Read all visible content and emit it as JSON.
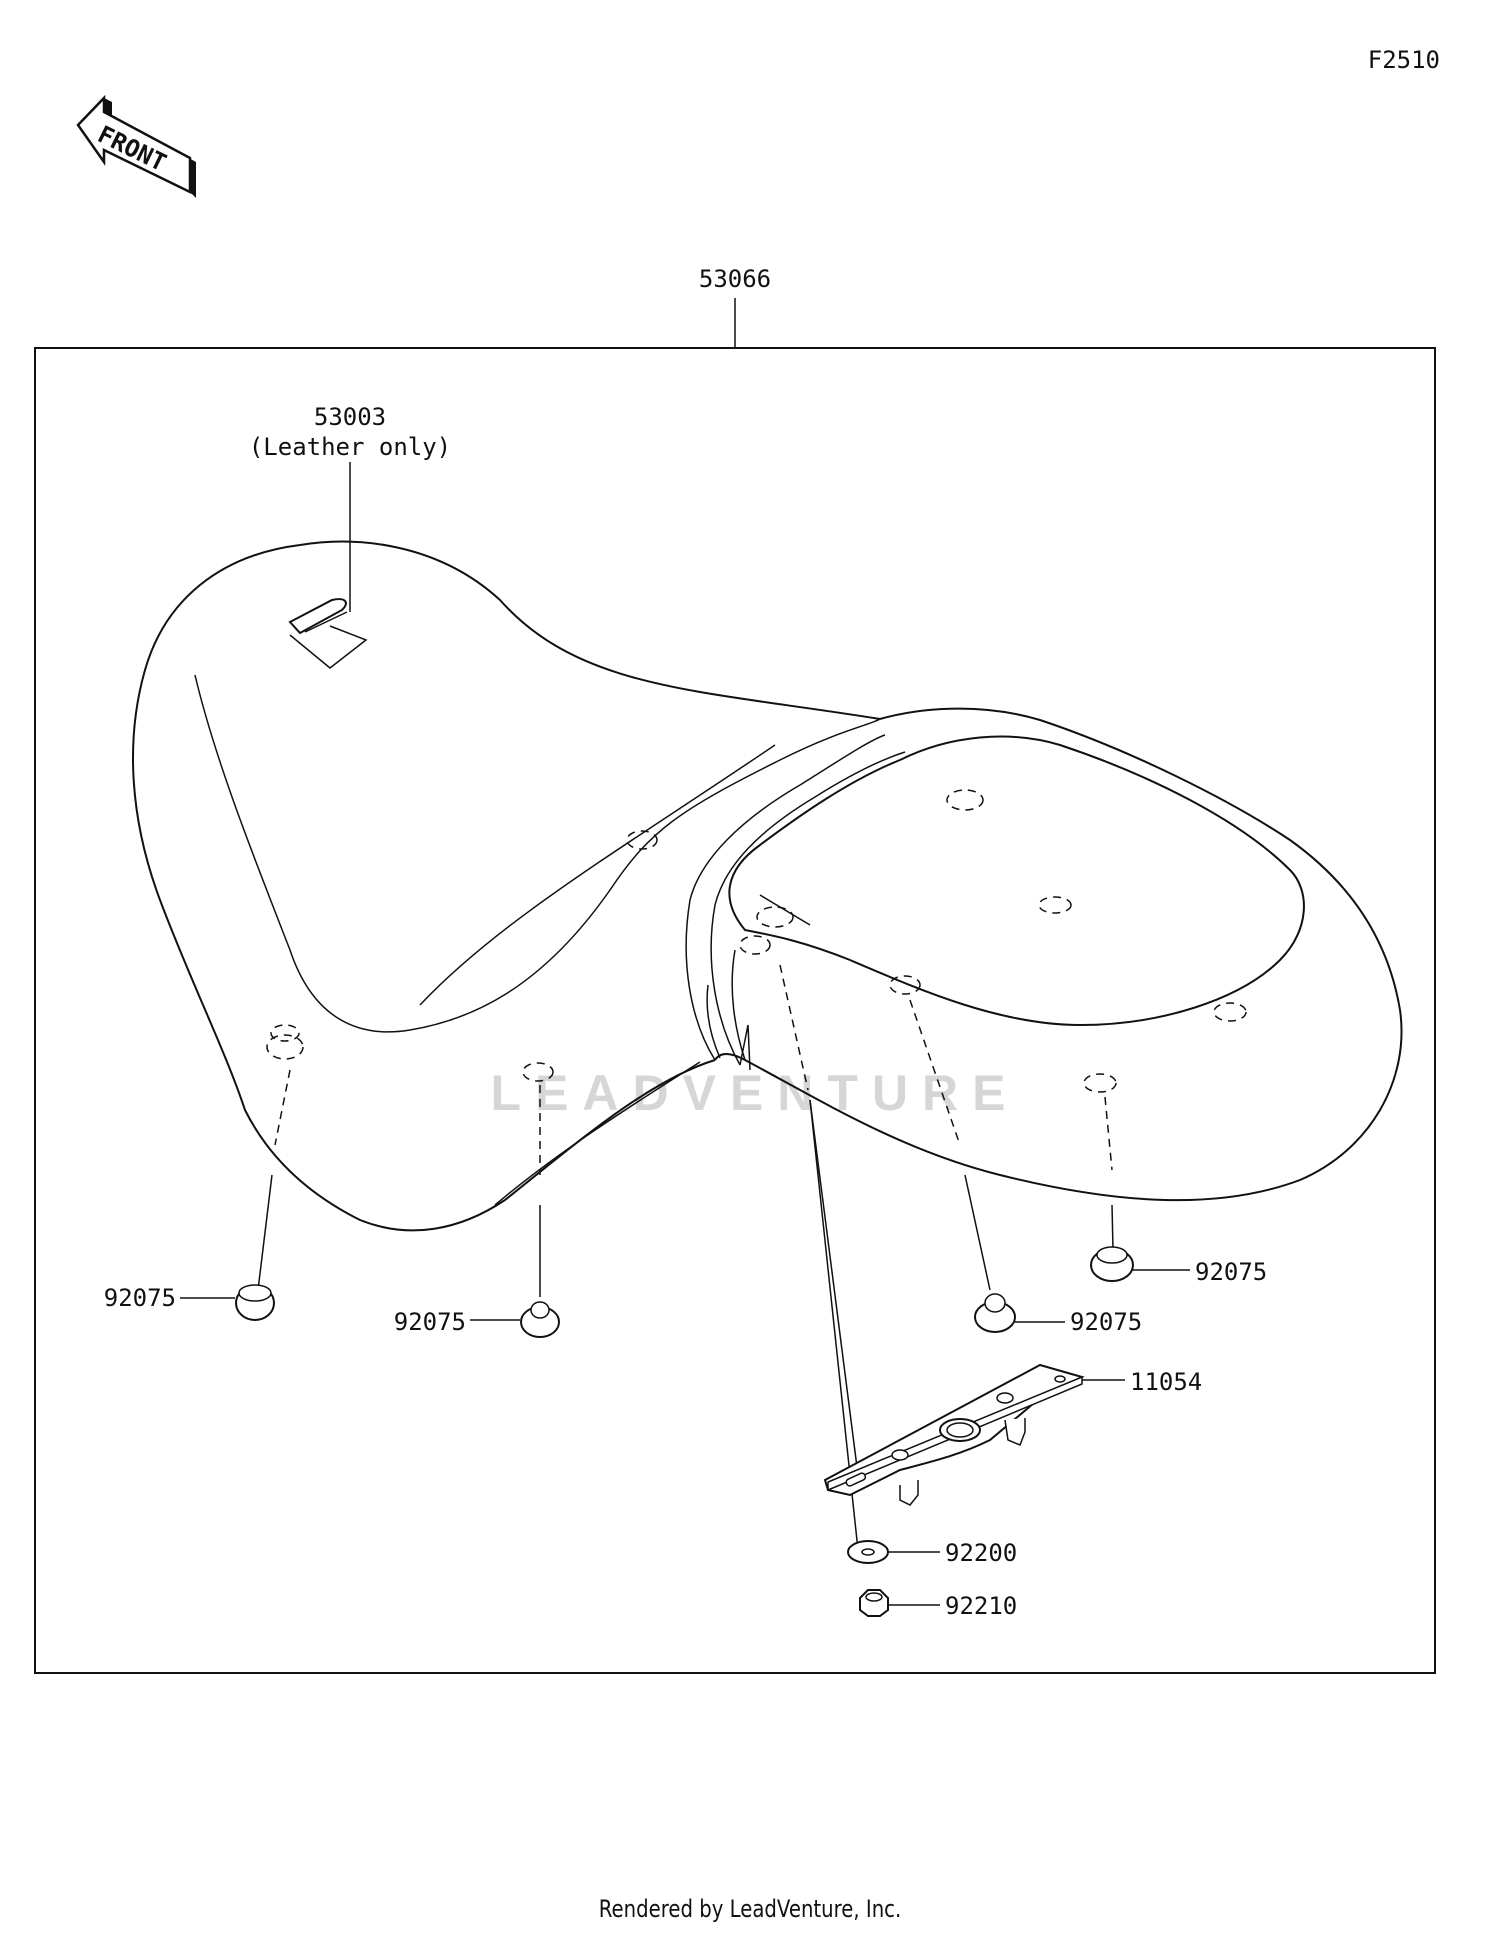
{
  "figure_code": "F2510",
  "front_label": "FRONT",
  "watermark": "LEADVENTURE",
  "parts": {
    "seat_assembly": "53066",
    "emblem": "53003",
    "emblem_note": "(Leather only)",
    "damper_1": "92075",
    "damper_2": "92075",
    "damper_3": "92075",
    "damper_4": "92075",
    "bracket": "11054",
    "washer": "92200",
    "nut": "92210"
  },
  "footer": "Rendered by LeadVenture, Inc."
}
